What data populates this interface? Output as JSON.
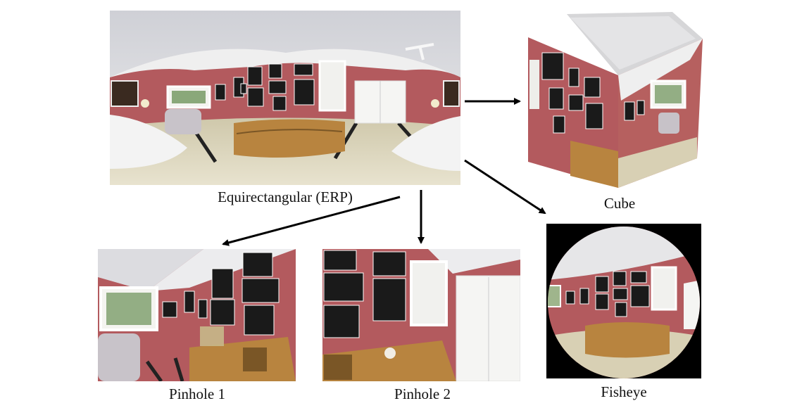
{
  "erp": {
    "caption": "Equirectangular (ERP)"
  },
  "cube": {
    "caption": "Cube"
  },
  "fisheye": {
    "caption": "Fisheye"
  },
  "pinhole1": {
    "caption": "Pinhole 1"
  },
  "pinhole2": {
    "caption": "Pinhole 2"
  },
  "colors": {
    "wall": "#b35a5e",
    "ceiling": "#d9d9de",
    "floor": "#d8d0b4",
    "wood": "#b8843f",
    "frame": "#1a1a1a",
    "arrow": "#000000"
  }
}
